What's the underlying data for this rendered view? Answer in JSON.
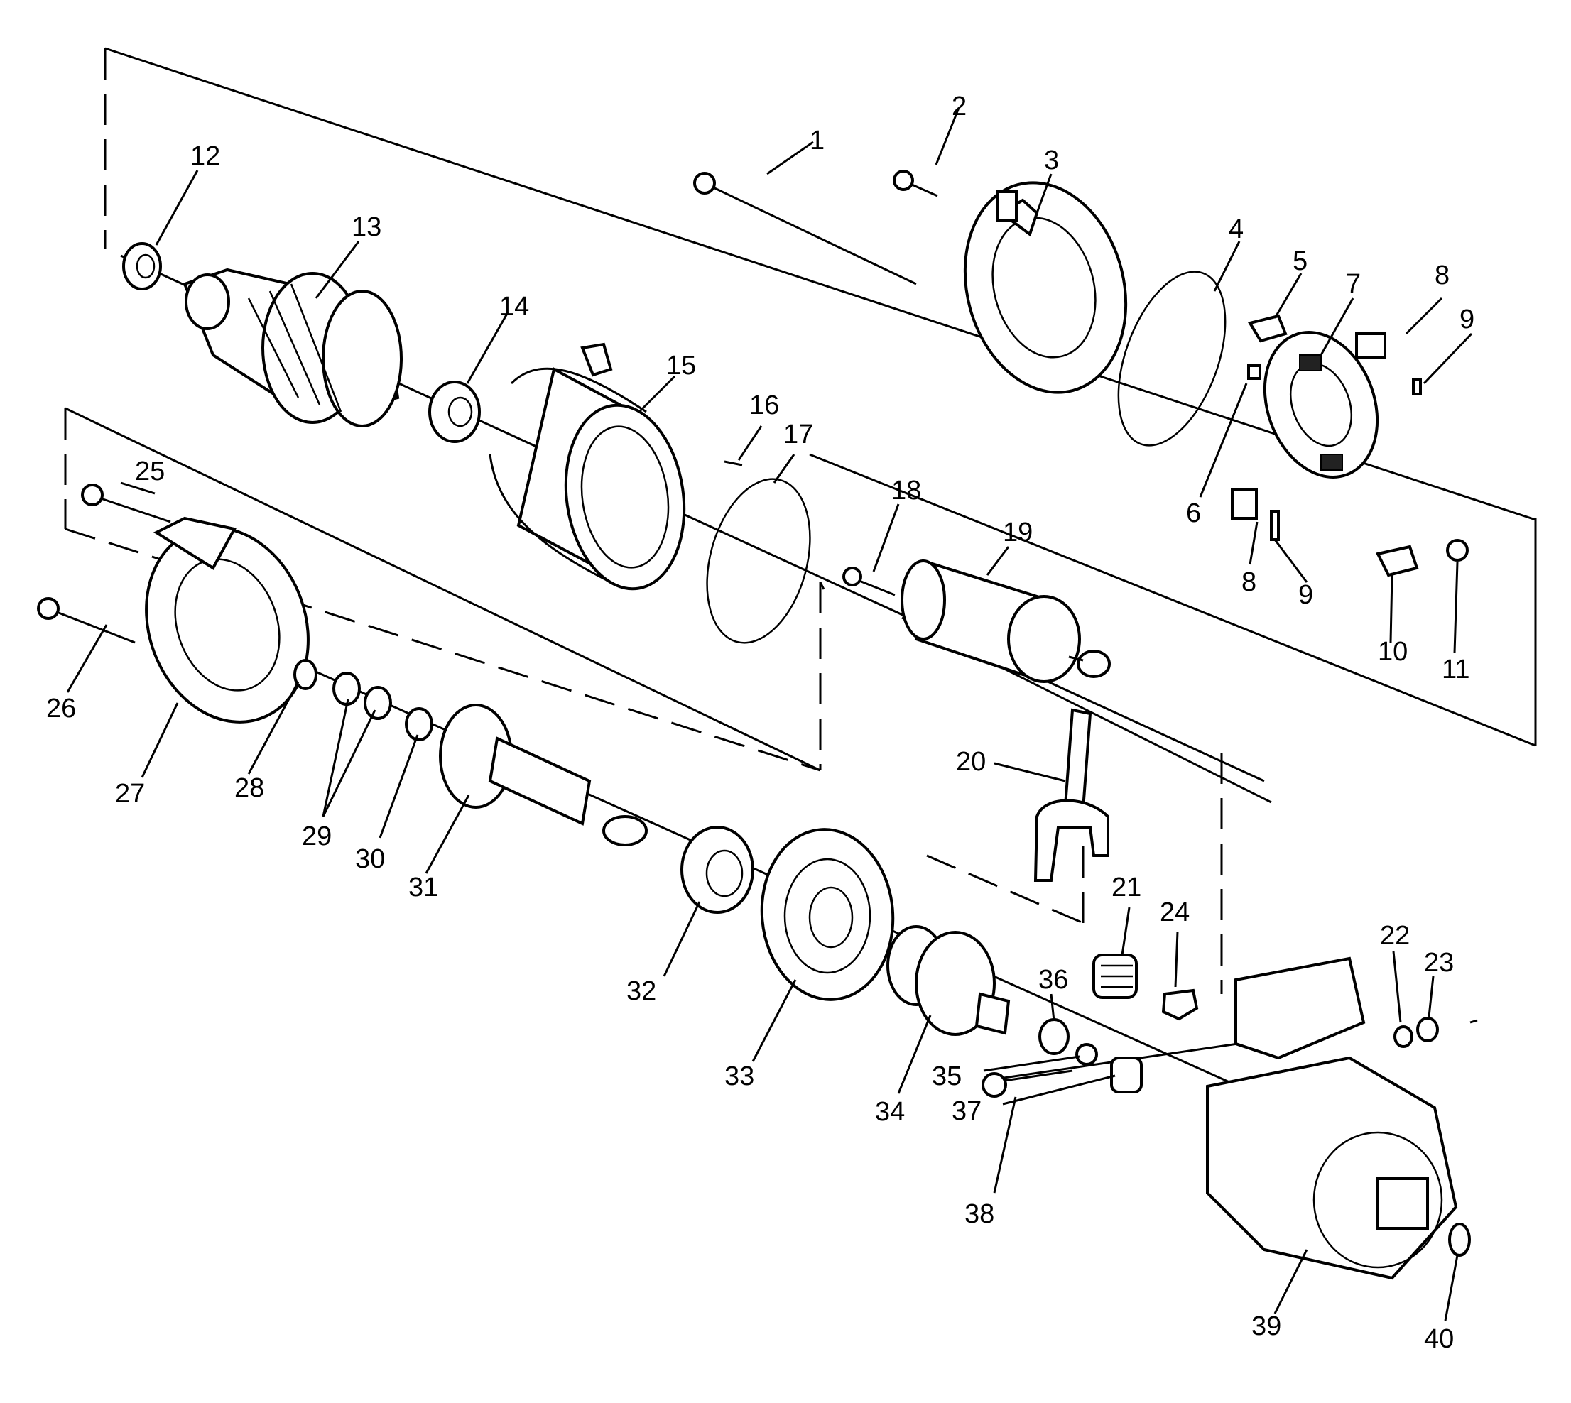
{
  "labels": {
    "l1": "1",
    "l2": "2",
    "l3": "3",
    "l4": "4",
    "l5": "5",
    "l6": "6",
    "l7": "7",
    "l8a": "8",
    "l8b": "8",
    "l9a": "9",
    "l9b": "9",
    "l10": "10",
    "l11": "11",
    "l12": "12",
    "l13": "13",
    "l14": "14",
    "l15": "15",
    "l16": "16",
    "l17": "17",
    "l18": "18",
    "l19": "19",
    "l20": "20",
    "l21": "21",
    "l22": "22",
    "l23": "23",
    "l24": "24",
    "l25": "25",
    "l26": "26",
    "l27": "27",
    "l28": "28",
    "l29": "29",
    "l30": "30",
    "l31": "31",
    "l32": "32",
    "l33": "33",
    "l34": "34",
    "l35": "35",
    "l36": "36",
    "l37": "37",
    "l38": "38",
    "l39": "39",
    "l40": "40"
  }
}
